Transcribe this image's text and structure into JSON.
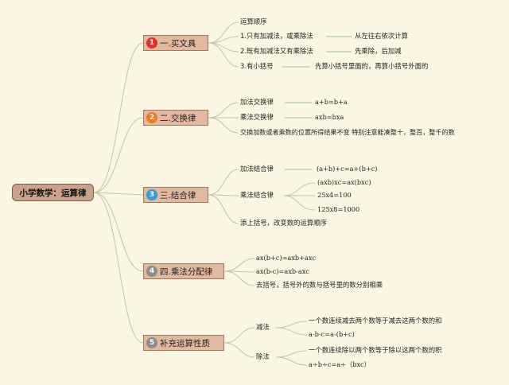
{
  "root": {
    "title": "小学数学：运算律"
  },
  "topics": [
    {
      "number": "1",
      "badge_color": "#e5302a",
      "label": "一.买文具",
      "items": [
        {
          "text": "运算顺序"
        },
        {
          "text": "1.只有加减法，或乘除法",
          "detail": "从左往右依次计算"
        },
        {
          "text": "2.既有加减法又有乘除法",
          "detail": "先乘除，后加减"
        },
        {
          "text": "3.有小括号",
          "detail": "先算小括号里面的，再算小括号外面的"
        }
      ]
    },
    {
      "number": "2",
      "badge_color": "#ef7a1f",
      "label": "二.交换律",
      "items": [
        {
          "text": "加法交换律",
          "detail": "a+b=b+a"
        },
        {
          "text": "乘法交换律",
          "detail": "axb=bxa"
        },
        {
          "text": "交换加数或者乘数的位置所得结果不变 特别注意能凑整十，整百，整千的数"
        }
      ]
    },
    {
      "number": "3",
      "badge_color": "#2f9be0",
      "label": "三.结合律",
      "items": [
        {
          "text": "加法结合律",
          "detail": "(a+b)+c=a+(b+c)"
        },
        {
          "text": "乘法结合律",
          "details": [
            "(axb)xc=ax(bxc)",
            "25x4=100",
            "125x8=1000"
          ]
        },
        {
          "text": "添上括号，改变数的运算顺序"
        }
      ]
    },
    {
      "number": "4",
      "badge_color": "#8c8c8c",
      "label": "四.乘法分配律",
      "items": [
        {
          "text": "ax(b+c)=axb+axc"
        },
        {
          "text": "ax(b-c)=axb-axc"
        },
        {
          "text": "去括号，括号外的数与括号里的数分别相乘"
        }
      ]
    },
    {
      "number": "5",
      "badge_color": "#8c8c8c",
      "label": "补充运算性质",
      "items": [
        {
          "text": "减法",
          "details": [
            "一个数连续减去两个数等于减去这两个数的和",
            "a-b-c=a-(b+c)"
          ]
        },
        {
          "text": "除法",
          "details": [
            "一个数连续除以两个数等于除以这两个数的积",
            "a÷b÷c=a÷（bxc）"
          ]
        }
      ]
    }
  ]
}
